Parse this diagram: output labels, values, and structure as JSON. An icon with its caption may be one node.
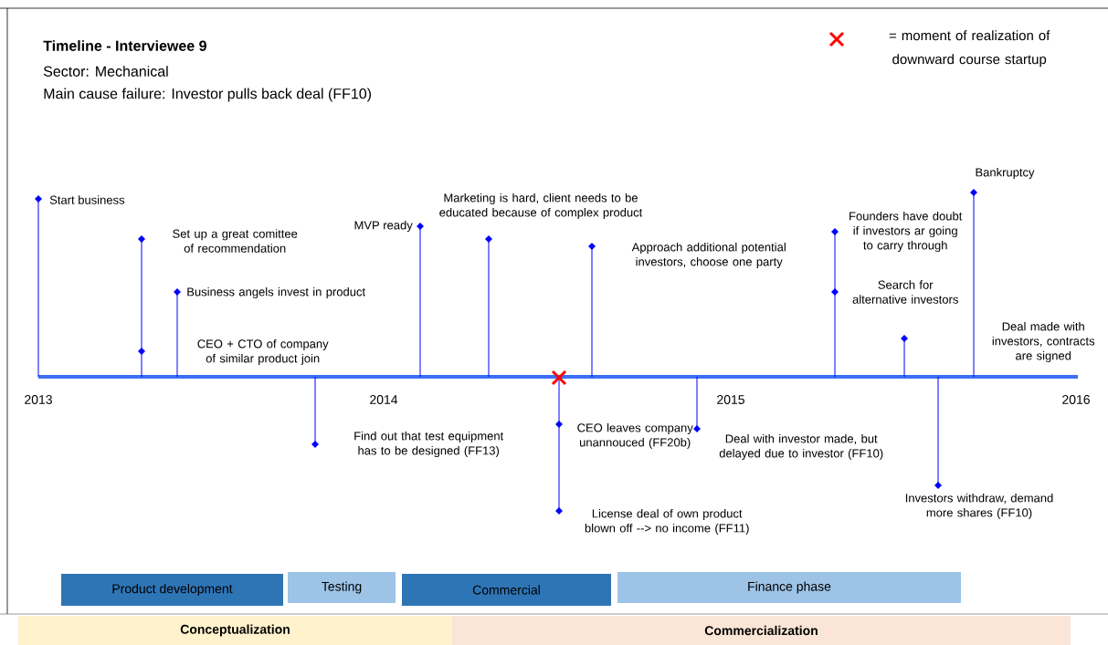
{
  "diagram": {
    "title": "Timeline - Interviewee 9",
    "nodes": [
      {
        "text": [
          "Product development"
        ]
      },
      {
        "text": [
          "Testing"
        ]
      },
      {
        "text": [
          "Commercial"
        ]
      },
      {
        "text": [
          "Finance phase"
        ]
      },
      {
        "text": [
          "Conceptualization"
        ]
      },
      {
        "text": [
          "Commercialization"
        ]
      }
    ],
    "labels": [
      "Sector: Mechanical",
      "Main cause failure: Investor pulls back deal (FF10)",
      "2013",
      "2014",
      "2015",
      "2016",
      "Start business",
      "Set up a great comittee of recommendation",
      "CEO + CTO of company of similar product join",
      "Business angels invest in product",
      "Find out that test equipment has to be designed (FF13)",
      "MVP ready",
      "Marketing is hard, client needs to be educated because of complex product",
      "CEO leaves company unannouced (FF20b)",
      "License deal of own product blown off --> no income (FF11)",
      "Approach additional potential investors, choose one party",
      "Deal with investor made, but delayed due to investor (FF10)",
      "Founders have doubt if investors ar going to carry through",
      "Search for alternative investors",
      "Deal made with investors, contracts are signed",
      "Investors withdraw, demand more shares (FF10)",
      "Bankruptcy"
    ],
    "legend": [
      {
        "text": "= moment of realization of downward course startup"
      }
    ]
  }
}
